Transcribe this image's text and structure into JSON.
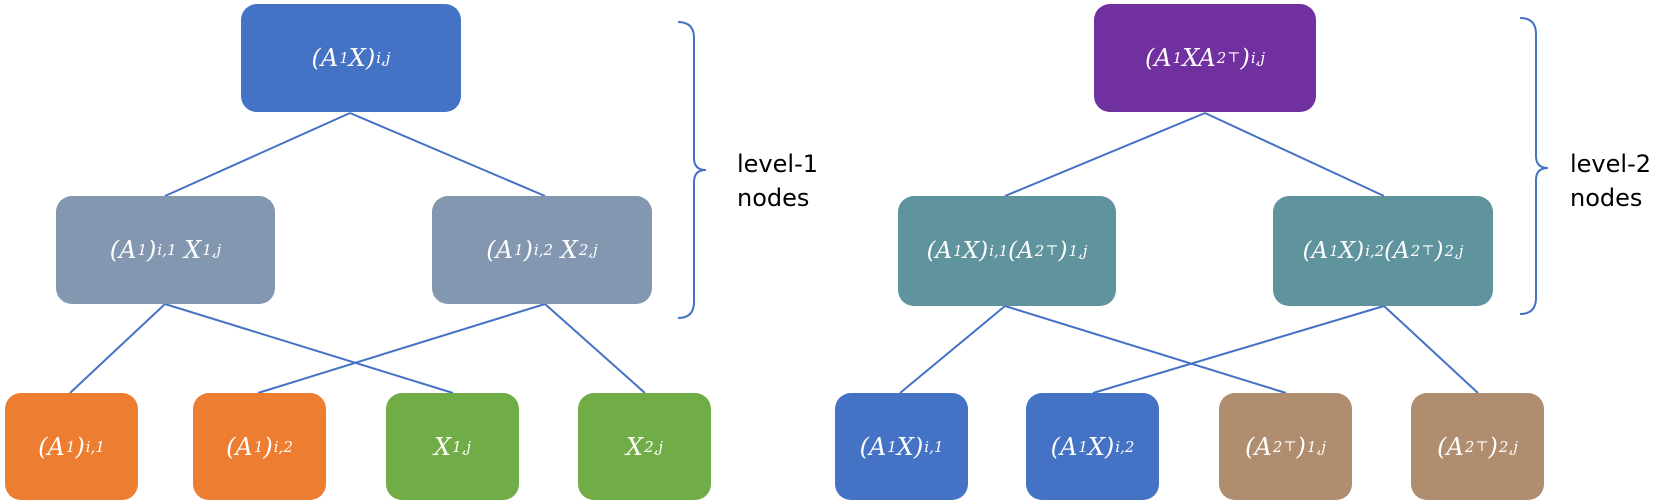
{
  "colors": {
    "edge": "#4472C4",
    "bracket": "#4472C4",
    "blue": "#4472C4",
    "purple": "#7030A0",
    "slate": "#8497B0",
    "teal": "#5F949F",
    "orange": "#ED7D31",
    "green": "#70AD47",
    "tan": "#B08D6E"
  },
  "left_tree": {
    "root": {
      "base": "(A",
      "p1": "1",
      "mid": "X)",
      "p2": "i,j"
    },
    "mid_left": {
      "a": "(A",
      "a_sub": "1",
      "a_close": ")",
      "a_idx": "i,1",
      "x": "X",
      "x_idx": "1,j"
    },
    "mid_right": {
      "a": "(A",
      "a_sub": "1",
      "a_close": ")",
      "a_idx": "i,2",
      "x": "X",
      "x_idx": "2,j"
    },
    "leaf1": {
      "a": "(A",
      "a_sub": "1",
      "a_close": ")",
      "idx": "i,1"
    },
    "leaf2": {
      "a": "(A",
      "a_sub": "1",
      "a_close": ")",
      "idx": "i,2"
    },
    "leaf3": {
      "x": "X",
      "idx": "1,j"
    },
    "leaf4": {
      "x": "X",
      "idx": "2,j"
    },
    "level_label": [
      "level-1",
      "nodes"
    ]
  },
  "right_tree": {
    "root": {
      "a": "(A",
      "a_sub": "1",
      "x": "XA",
      "x_sub": "2",
      "t": "⊤",
      "close": ")",
      "idx": "i,j"
    },
    "mid_left": {
      "a": "(A",
      "a_sub": "1",
      "x": "X)",
      "idx": "i,1",
      "b": "(A",
      "b_sub": "2",
      "t": "⊤",
      "b_close": ")",
      "b_idx": "1,j"
    },
    "mid_right": {
      "a": "(A",
      "a_sub": "1",
      "x": "X)",
      "idx": "i,2",
      "b": "(A",
      "b_sub": "2",
      "t": "⊤",
      "b_close": ")",
      "b_idx": "2,j"
    },
    "leaf1": {
      "a": "(A",
      "a_sub": "1",
      "x": "X)",
      "idx": "i,1"
    },
    "leaf2": {
      "a": "(A",
      "a_sub": "1",
      "x": "X)",
      "idx": "i,2"
    },
    "leaf3": {
      "a": "(A",
      "a_sub": "2",
      "t": "⊤",
      "close": ")",
      "idx": "1,j"
    },
    "leaf4": {
      "a": "(A",
      "a_sub": "2",
      "t": "⊤",
      "close": ")",
      "idx": "2,j"
    },
    "level_label": [
      "level-2",
      "nodes"
    ]
  }
}
